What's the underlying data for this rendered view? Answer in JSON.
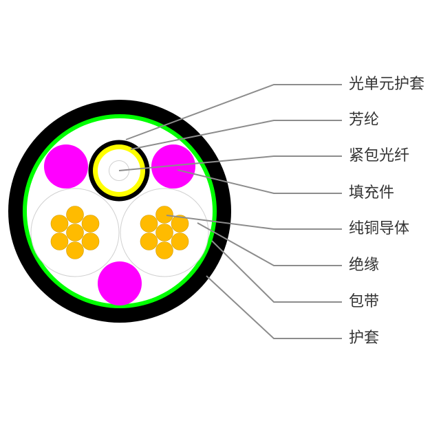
{
  "title": "Cable cross-section",
  "colors": {
    "sheath": "#000000",
    "tape": "#00ff00",
    "filler": "#ff00ff",
    "aramid": "#ffff00",
    "conductor": "#ffbb00",
    "leader": "#8c8c8c",
    "insulation_outline": "#d0d0d0"
  },
  "labels": [
    {
      "key": "optical_unit_sheath",
      "text": "光单元护套"
    },
    {
      "key": "aramid",
      "text": "芳纶"
    },
    {
      "key": "tight_buffered_fiber",
      "text": "紧包光纤"
    },
    {
      "key": "filler",
      "text": "填充件"
    },
    {
      "key": "copper_conductor",
      "text": "纯铜导体"
    },
    {
      "key": "insulation",
      "text": "绝缘"
    },
    {
      "key": "tape",
      "text": "包带"
    },
    {
      "key": "sheath",
      "text": "护套"
    }
  ]
}
